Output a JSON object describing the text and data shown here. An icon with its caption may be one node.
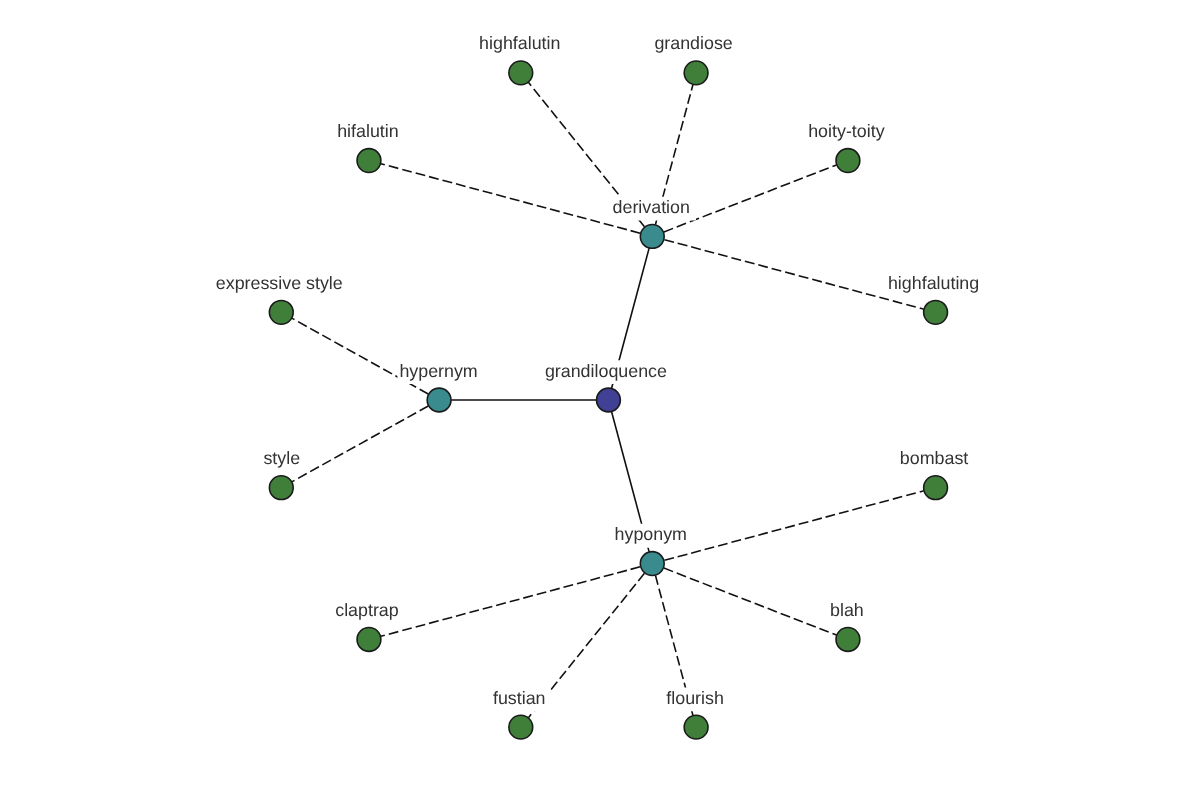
{
  "diagram": {
    "nodes": [
      {
        "text": [
          "highfaluting"
        ]
      },
      {
        "text": [
          "hoity-toity"
        ]
      },
      {
        "text": [
          "grandiose"
        ]
      },
      {
        "text": [
          "derivation"
        ]
      },
      {
        "text": [
          "highfalutin"
        ]
      },
      {
        "text": [
          "hifalutin"
        ]
      },
      {
        "text": [
          "grandiloquence"
        ]
      },
      {
        "text": [
          "expressive style"
        ]
      },
      {
        "text": [
          "hypernym"
        ]
      },
      {
        "text": [
          "claptrap"
        ]
      },
      {
        "text": [
          "hyponym"
        ]
      },
      {
        "text": [
          "style"
        ]
      },
      {
        "text": [
          "fustian"
        ]
      },
      {
        "text": [
          "flourish"
        ]
      },
      {
        "text": [
          "blah"
        ]
      },
      {
        "text": [
          "bombast"
        ]
      }
    ],
    "edges": [
      {
        "from": 6,
        "to": 3,
        "arrow": "none"
      },
      {
        "from": 6,
        "to": 8,
        "arrow": "none"
      },
      {
        "from": 6,
        "to": 10,
        "arrow": "none"
      },
      {
        "from": 3,
        "to": 0,
        "arrow": "none",
        "style": "dashed"
      },
      {
        "from": 3,
        "to": 1,
        "arrow": "none",
        "style": "dashed"
      },
      {
        "from": 3,
        "to": 2,
        "arrow": "none",
        "style": "dashed"
      },
      {
        "from": 3,
        "to": 4,
        "arrow": "none",
        "style": "dashed"
      },
      {
        "from": 3,
        "to": 5,
        "arrow": "none",
        "style": "dashed"
      },
      {
        "from": 8,
        "to": 7,
        "arrow": "none",
        "style": "dashed"
      },
      {
        "from": 8,
        "to": 11,
        "arrow": "none",
        "style": "dashed"
      },
      {
        "from": 10,
        "to": 9,
        "arrow": "none",
        "style": "dashed"
      },
      {
        "from": 10,
        "to": 12,
        "arrow": "none",
        "style": "dashed"
      },
      {
        "from": 10,
        "to": 13,
        "arrow": "none",
        "style": "dashed"
      },
      {
        "from": 10,
        "to": 14,
        "arrow": "none",
        "style": "dashed"
      },
      {
        "from": 10,
        "to": 15,
        "arrow": "none",
        "style": "dashed"
      }
    ]
  }
}
